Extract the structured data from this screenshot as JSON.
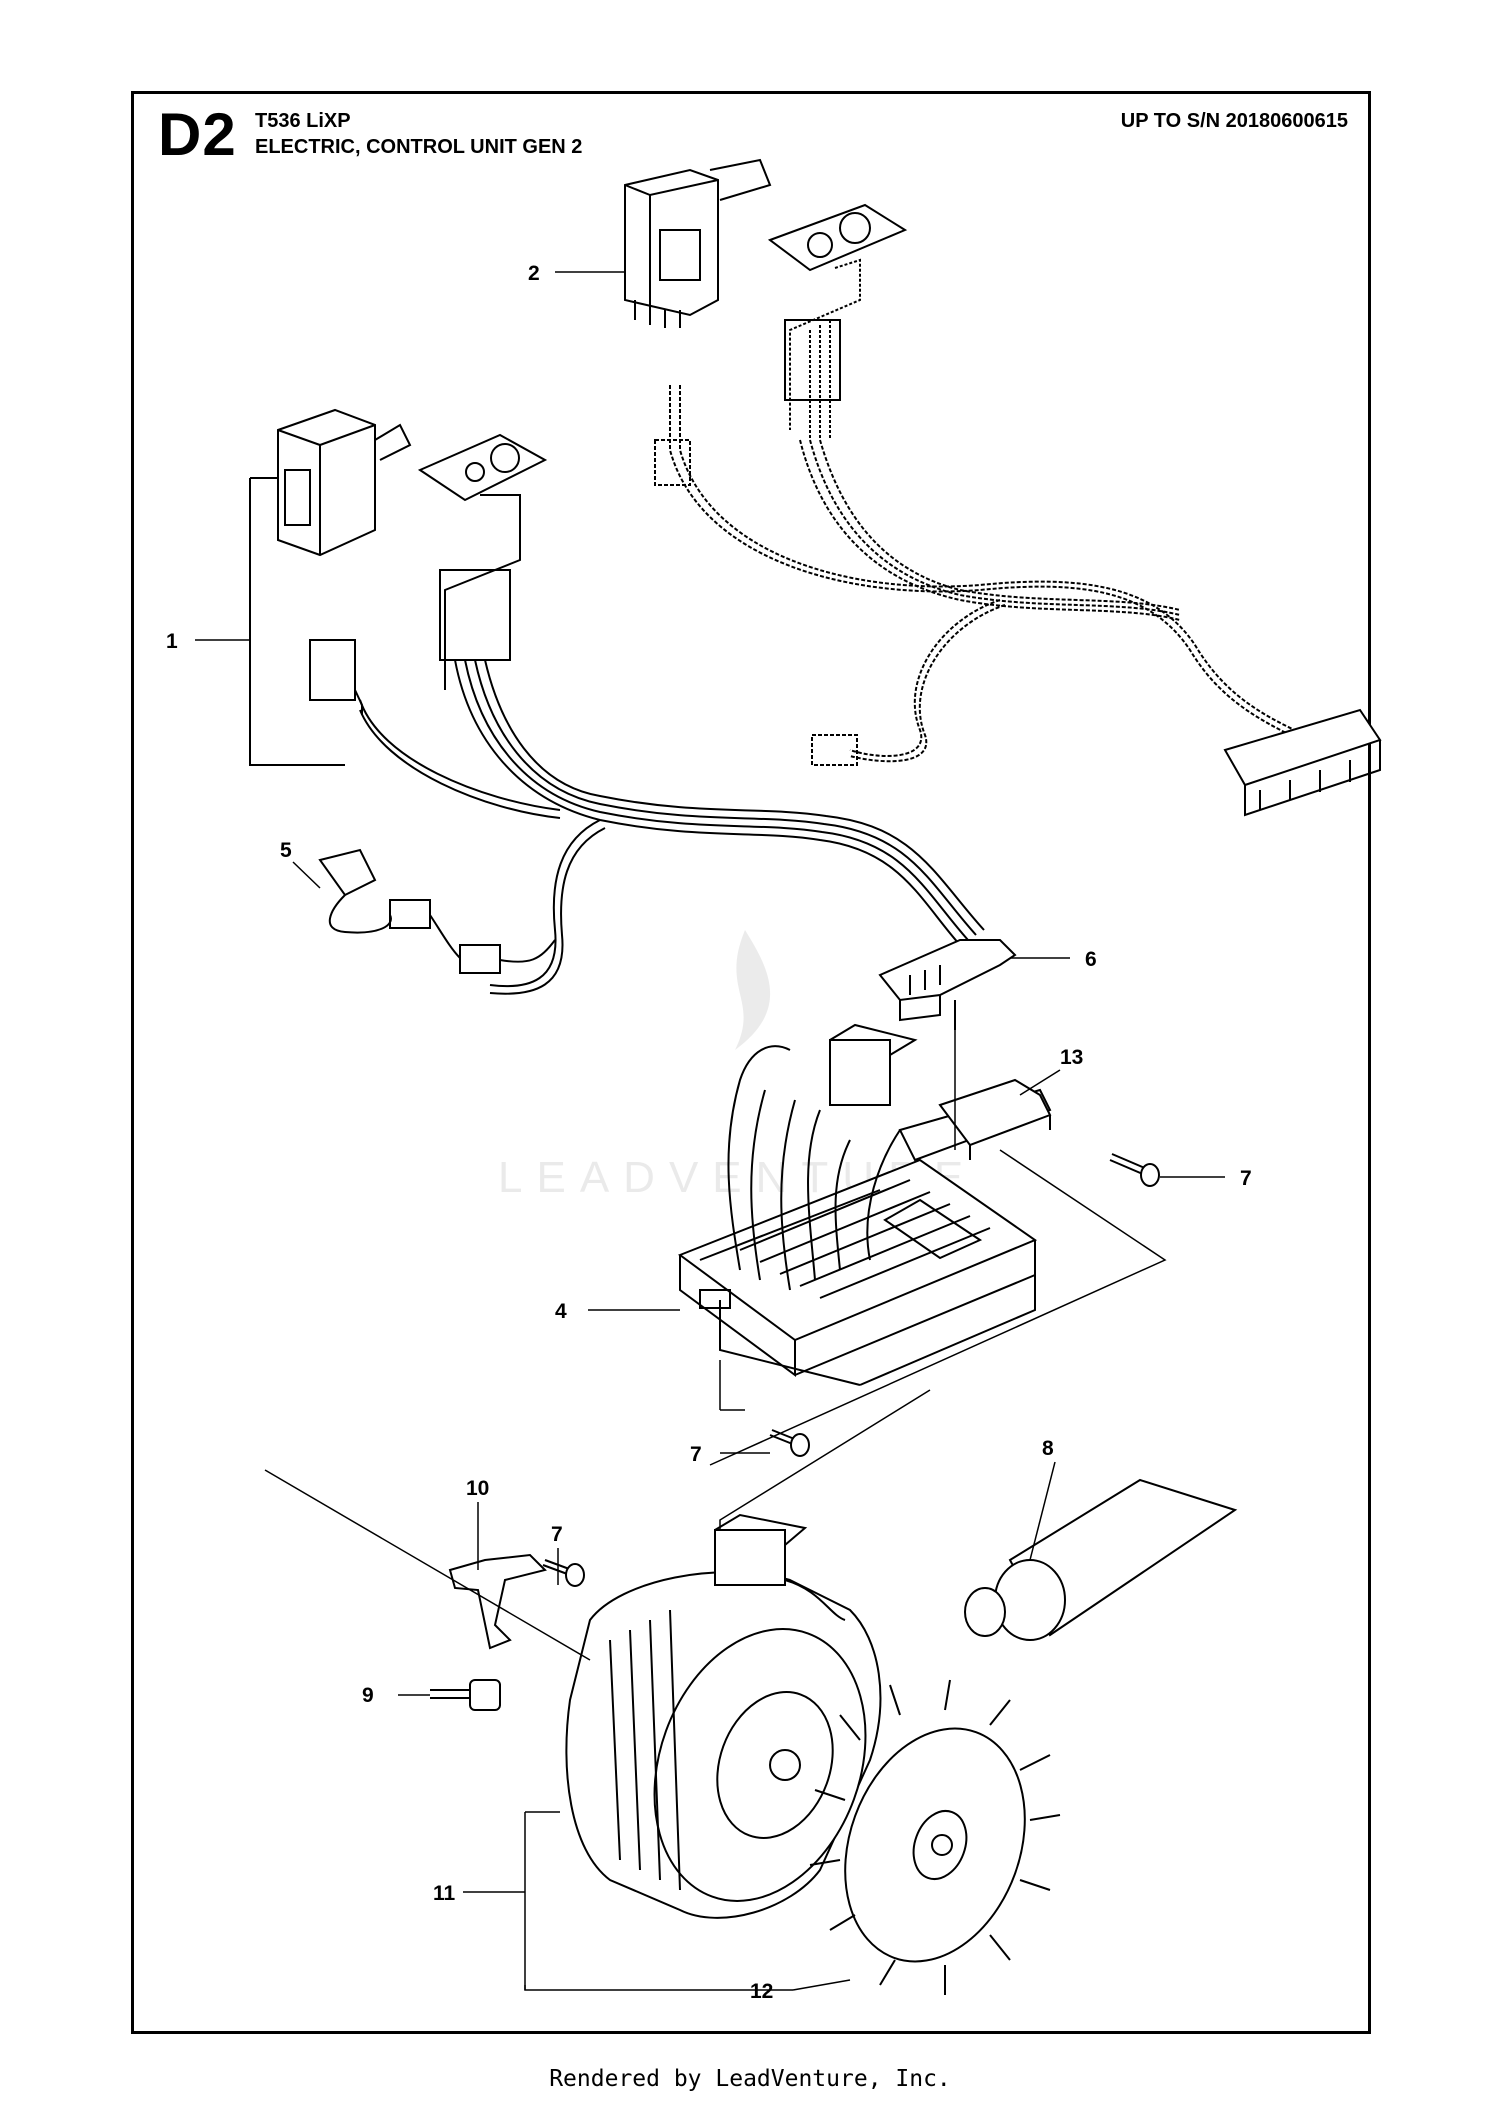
{
  "header": {
    "code": "D2",
    "model": "T536 LiXP",
    "subtitle": "ELECTRIC, CONTROL UNIT GEN 2",
    "serial": "UP TO S/N 20180600615"
  },
  "callouts": {
    "c1": "1",
    "c2": "2",
    "c4": "4",
    "c5": "5",
    "c6": "6",
    "c7a": "7",
    "c7b": "7",
    "c7c": "7",
    "c8": "8",
    "c9": "9",
    "c10": "10",
    "c11": "11",
    "c12": "12",
    "c13": "13"
  },
  "watermark": "LEADVENTURE",
  "footer": "Rendered by LeadVenture, Inc."
}
